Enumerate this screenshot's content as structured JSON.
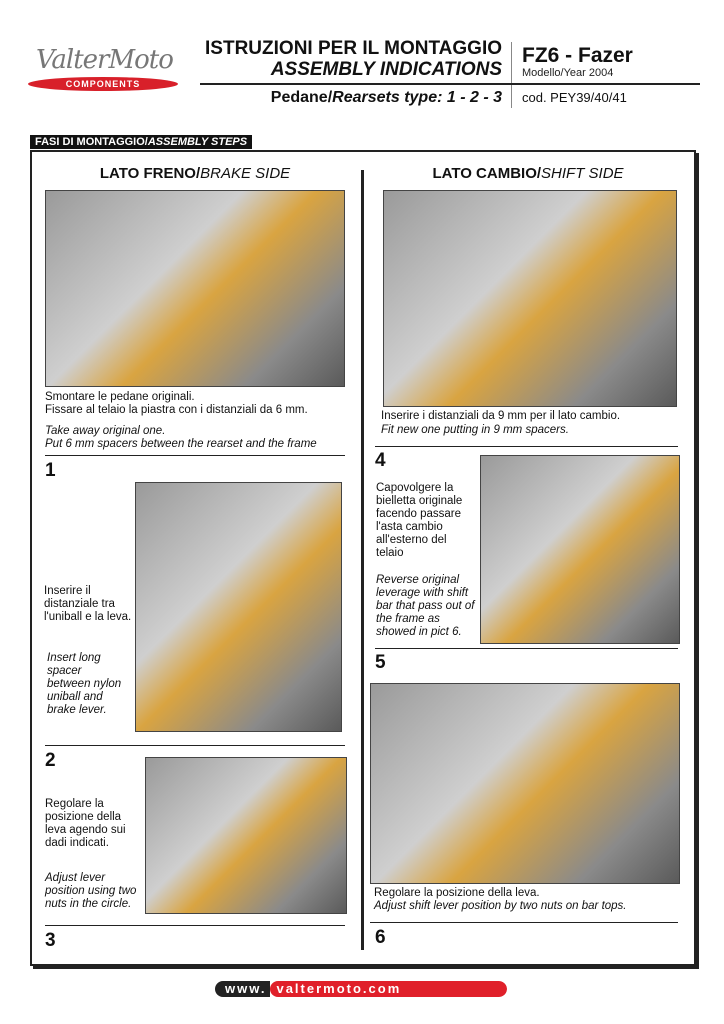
{
  "header": {
    "brand_script": "ValterMoto",
    "brand_pill": "COMPONENTS",
    "title_it": "ISTRUZIONI PER IL MONTAGGIO",
    "title_en": "ASSEMBLY INDICATIONS",
    "model": "FZ6 - Fazer",
    "year": "Modello/Year 2004",
    "rearset_it": "Pedane/",
    "rearset_en": "Rearsets type: 1 - 2 - 3",
    "code": "cod. PEY39/40/41"
  },
  "steps_tab": {
    "it": "FASI DI MONTAGGIO/",
    "en": "ASSEMBLY STEPS"
  },
  "left": {
    "title_it": "LATO FRENO/",
    "title_en": "BRAKE SIDE"
  },
  "right": {
    "title_it": "LATO CAMBIO/",
    "title_en": "SHIFT SIDE"
  },
  "steps": [
    {
      "num": "1",
      "it": "Smontare le pedane originali.\nFissare al telaio la piastra con i distanziali da 6 mm.",
      "en": "Take away original one.\nPut 6 mm spacers between the rearset and the frame"
    },
    {
      "num": "2",
      "it": "Inserire il distanziale tra l'uniball e la leva.",
      "en": "Insert long spacer between nylon uniball and brake lever."
    },
    {
      "num": "3",
      "it": "Regolare la posizione della leva agendo sui dadi indicati.",
      "en": "Adjust lever position using two nuts in the circle."
    },
    {
      "num": "4",
      "it": "Inserire i distanziali da 9 mm per il lato cambio.",
      "en": "Fit new one putting in 9 mm spacers."
    },
    {
      "num": "5",
      "it": "Capovolgere la bielletta originale facendo passare l'asta cambio all'esterno del telaio",
      "en": "Reverse original leverage with shift bar that pass out of the frame as showed in pict 6."
    },
    {
      "num": "6",
      "it": "Regolare la posizione della leva.",
      "en": "Adjust shift lever position by two nuts on bar tops."
    }
  ],
  "footer": {
    "www": "www.",
    "domain": "valtermoto.com"
  }
}
